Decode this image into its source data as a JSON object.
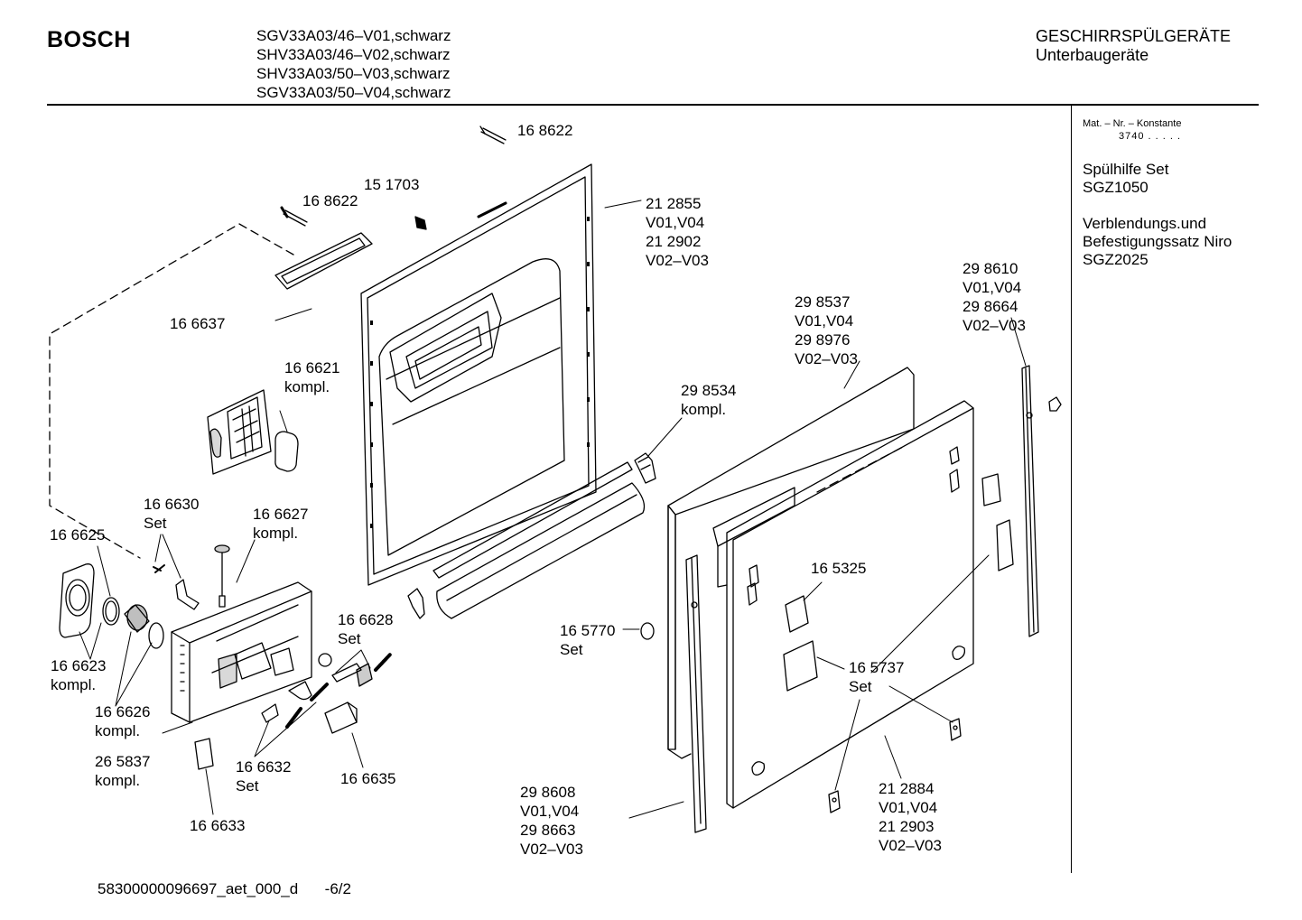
{
  "header": {
    "brand": "BOSCH",
    "models": [
      "SGV33A03/46–V01,schwarz",
      "SHV33A03/46–V02,schwarz",
      "SHV33A03/50–V03,schwarz",
      "SGV33A03/50–V04,schwarz"
    ],
    "category": "GESCHIRRSPÜLGERÄTE",
    "subcategory": "Unterbaugeräte"
  },
  "sidebar": {
    "mat_label": "Mat. – Nr. – Konstante",
    "mat_value": "3740  .  .   .  .  .",
    "accessories": [
      {
        "line1": "Spülhilfe Set",
        "line2": "SGZ1050"
      },
      {
        "line1": "Verblendungs.und",
        "line2": "Befestigungssatz Niro",
        "line3": "SGZ2025"
      }
    ]
  },
  "parts": {
    "p168622_top": [
      "16 8622"
    ],
    "p168622": [
      "16 8622"
    ],
    "p151703": [
      "15 1703"
    ],
    "p212855": [
      "21 2855",
      "V01,V04",
      "21 2902",
      "V02–V03"
    ],
    "p166637": [
      "16 6637"
    ],
    "p166621": [
      "16 6621",
      "kompl."
    ],
    "p298534": [
      "29 8534",
      "kompl."
    ],
    "p298537": [
      "29 8537",
      "V01,V04",
      "29 8976",
      "V02–V03"
    ],
    "p298610": [
      "29 8610",
      "V01,V04",
      "29 8664",
      "V02–V03"
    ],
    "p166630": [
      "16 6630",
      "Set"
    ],
    "p166627": [
      "16 6627",
      "kompl."
    ],
    "p166625": [
      "16 6625"
    ],
    "p166623": [
      "16 6623",
      "kompl."
    ],
    "p166626": [
      "16 6626",
      "kompl."
    ],
    "p265837": [
      "26 5837",
      "kompl."
    ],
    "p166628": [
      "16 6628",
      "Set"
    ],
    "p166632": [
      "16 6632",
      "Set"
    ],
    "p166635": [
      "16 6635"
    ],
    "p166633": [
      "16 6633"
    ],
    "p165770": [
      "16 5770"
    ],
    "p165770set": [
      "Set"
    ],
    "p165325": [
      "16 5325"
    ],
    "p165737": [
      "16 5737",
      "Set"
    ],
    "p298608": [
      "29 8608",
      "V01,V04",
      "29 8663",
      "V02–V03"
    ],
    "p212884": [
      "21 2884",
      "V01,V04",
      "21 2903",
      "V02–V03"
    ]
  },
  "footer": {
    "doc_id": "58300000096697_aet_000_d",
    "page": "-6/2"
  }
}
